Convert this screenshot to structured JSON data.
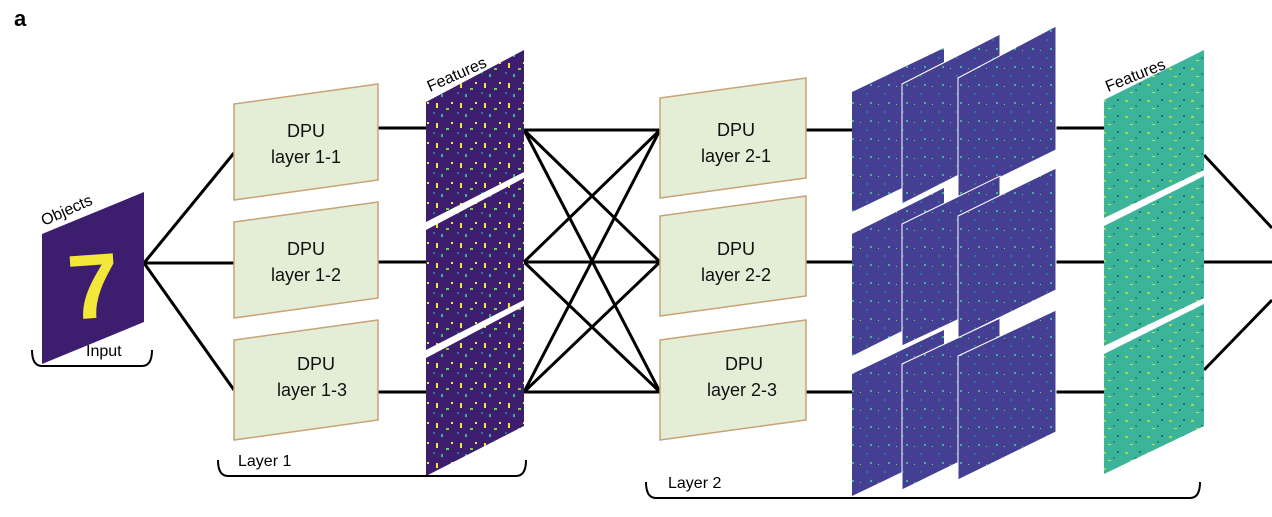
{
  "panel_label": "a",
  "input": {
    "title": "Objects",
    "digit": "7",
    "bracket_label": "Input"
  },
  "layer1": {
    "bracket_label": "Layer 1",
    "features_label": "Features",
    "dpus": [
      {
        "line1": "DPU",
        "line2": "layer 1-1"
      },
      {
        "line1": "DPU",
        "line2": "layer 1-2"
      },
      {
        "line1": "DPU",
        "line2": "layer 1-3"
      }
    ]
  },
  "layer2": {
    "bracket_label": "Layer 2",
    "features_label": "Features",
    "dpus": [
      {
        "line1": "DPU",
        "line2": "layer 2-1"
      },
      {
        "line1": "DPU",
        "line2": "layer 2-2"
      },
      {
        "line1": "DPU",
        "line2": "layer 2-3"
      }
    ]
  },
  "colors": {
    "dpu_fill": "#e4edd6",
    "dpu_stroke": "#c9a277",
    "map_dark": "#3d1d6e",
    "map_blue": "#443f93",
    "map_teal": "#3bb49a",
    "highlight": "#f3e83a",
    "line": "#000000"
  }
}
